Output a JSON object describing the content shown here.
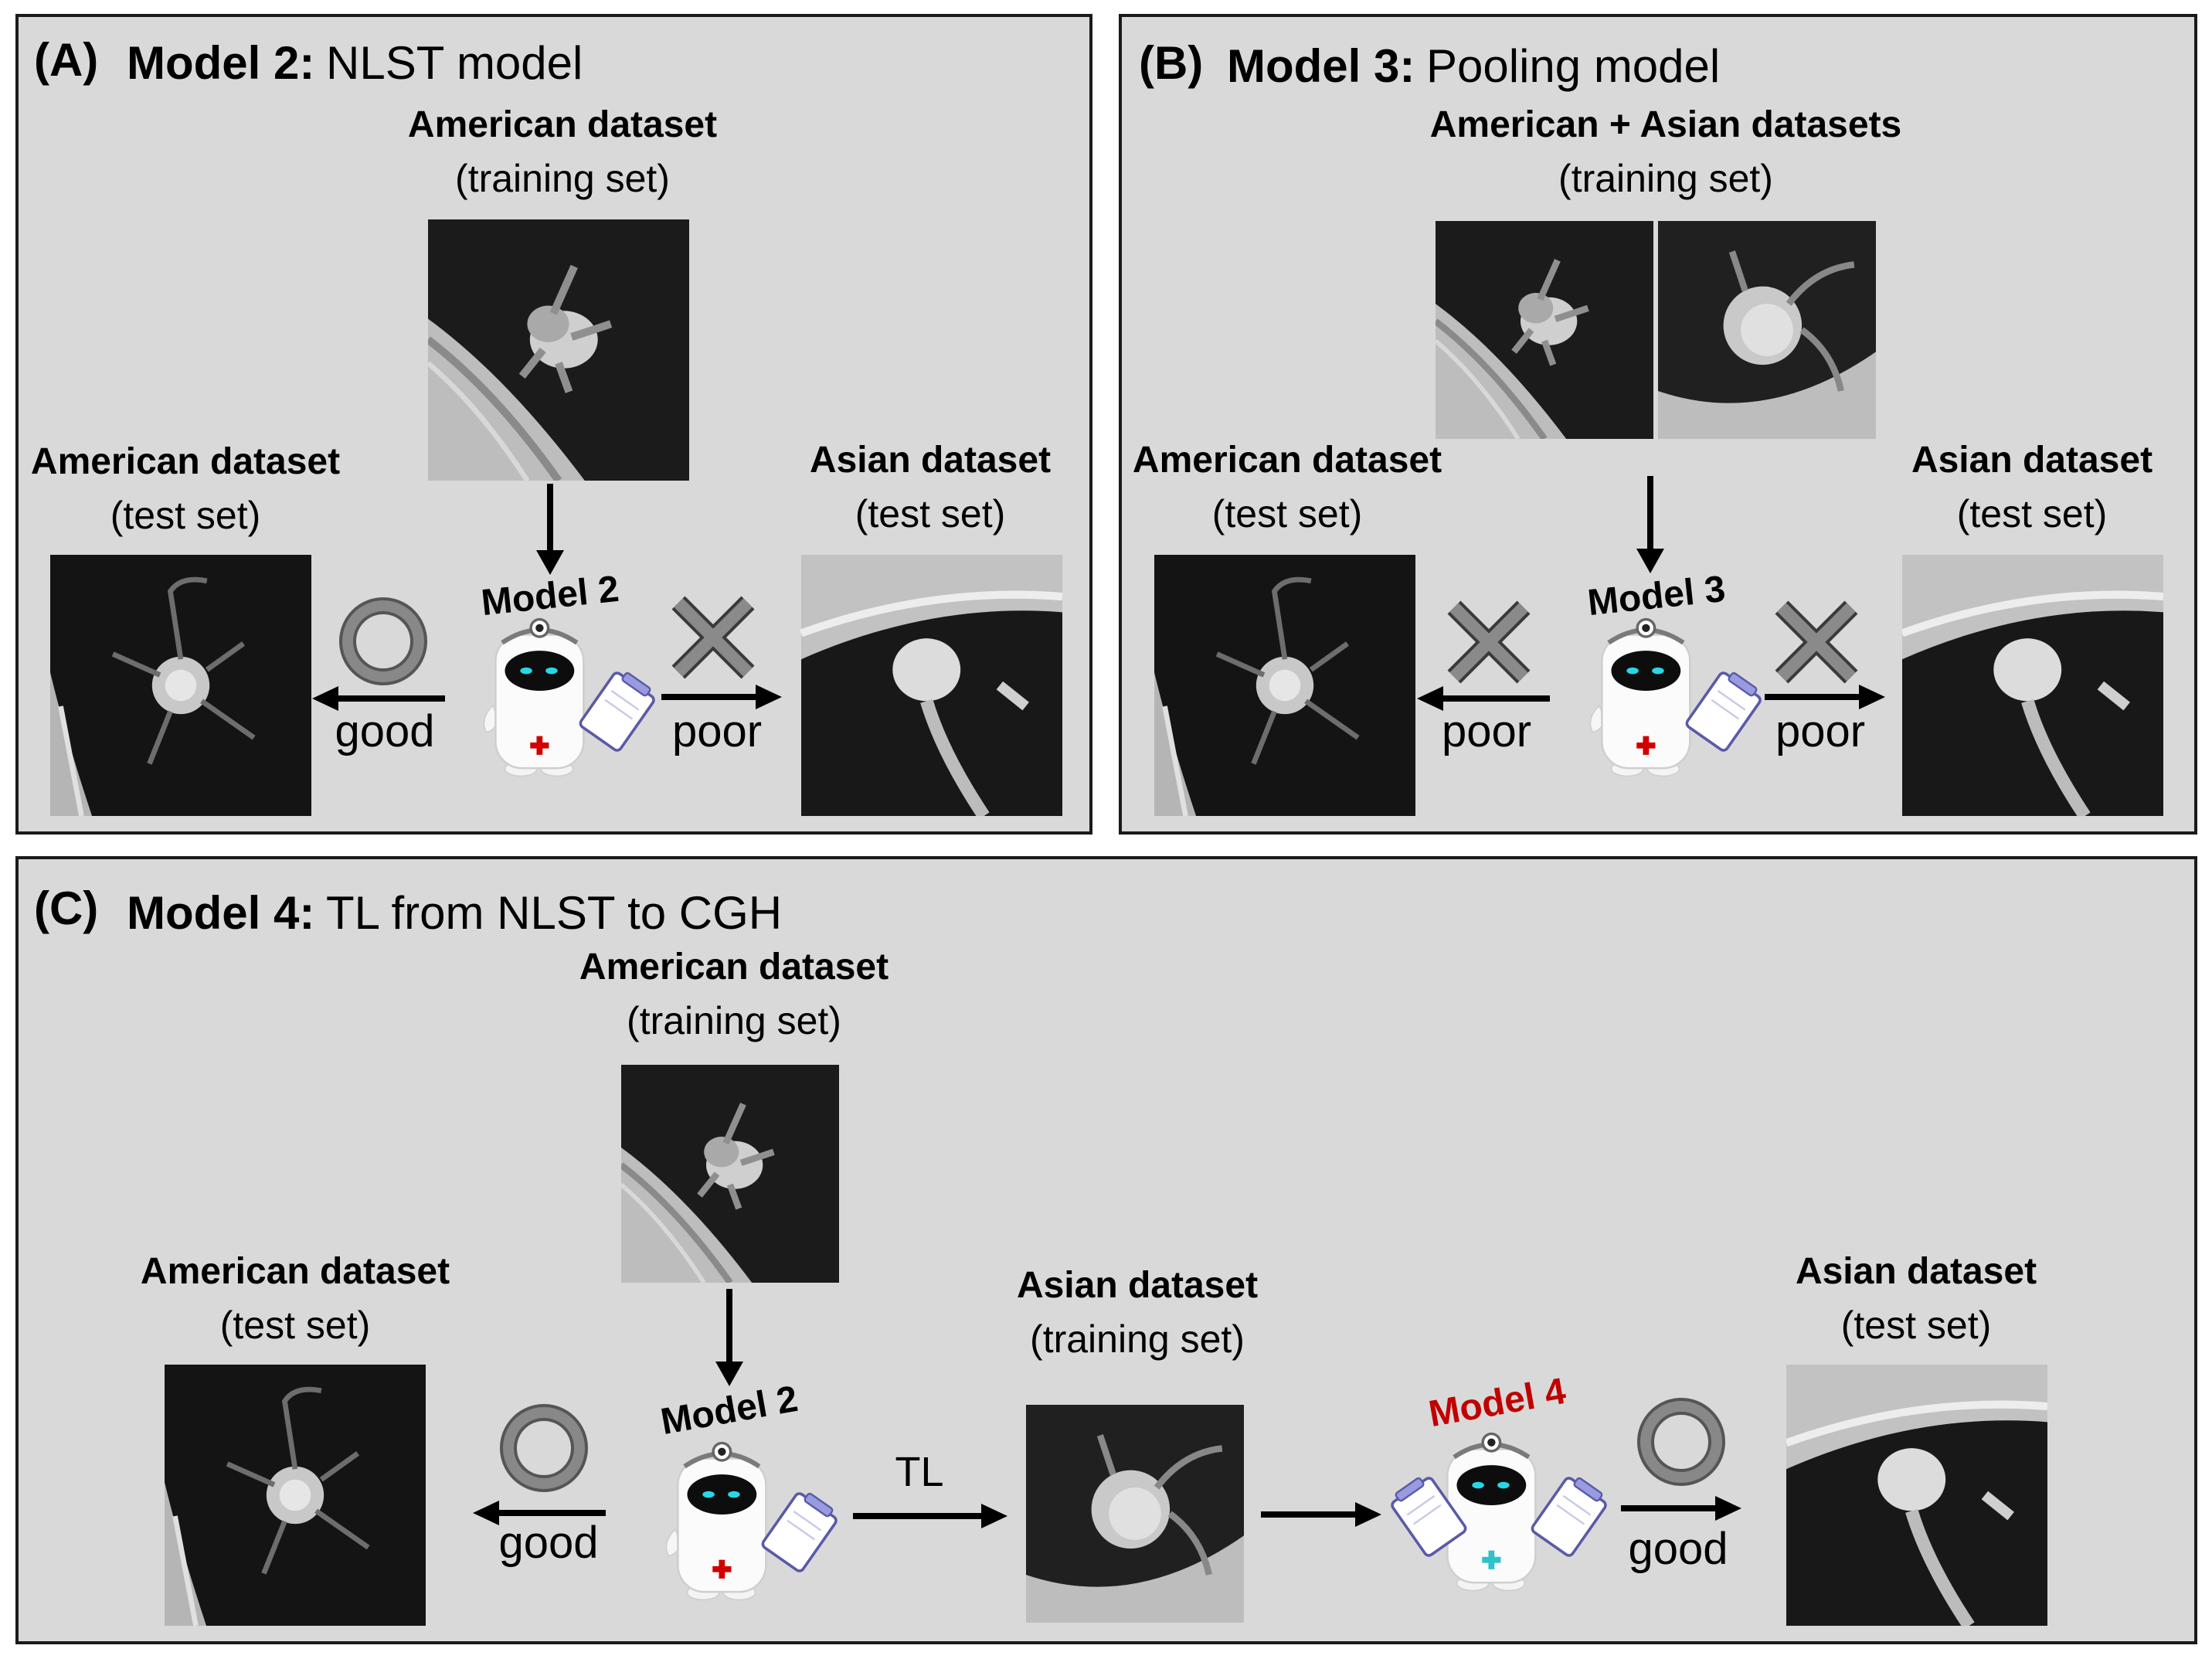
{
  "panel_a": {
    "tag": "(A)",
    "model_name": "Model 2:",
    "model_desc": "NLST model",
    "train_title": "American dataset",
    "train_sub": "(training set)",
    "left_title": "American dataset",
    "left_sub": "(test set)",
    "right_title": "Asian dataset",
    "right_sub": "(test set)",
    "robot_label": "Model 2",
    "left_result": "good",
    "left_mark": "circle-icon",
    "right_result": "poor",
    "right_mark": "cross-icon"
  },
  "panel_b": {
    "tag": "(B)",
    "model_name": "Model 3:",
    "model_desc": "Pooling model",
    "train_title": "American + Asian datasets",
    "train_sub": "(training set)",
    "left_title": "American dataset",
    "left_sub": "(test set)",
    "right_title": "Asian dataset",
    "right_sub": "(test set)",
    "robot_label": "Model 3",
    "left_result": "poor",
    "left_mark": "cross-icon",
    "right_result": "poor",
    "right_mark": "cross-icon"
  },
  "panel_c": {
    "tag": "(C)",
    "model_name": "Model 4:",
    "model_desc": "TL from NLST to CGH",
    "train_title": "American dataset",
    "train_sub": "(training set)",
    "left_title": "American dataset",
    "left_sub": "(test set)",
    "mid_title": "Asian dataset",
    "mid_sub": "(training set)",
    "right_title": "Asian dataset",
    "right_sub": "(test set)",
    "robot_label": "Model 2",
    "robot2_label": "Model 4",
    "robot2_color": "#c00000",
    "left_result": "good",
    "left_mark": "circle-icon",
    "tl_label": "TL",
    "right_result": "good",
    "right_mark": "circle-icon"
  }
}
